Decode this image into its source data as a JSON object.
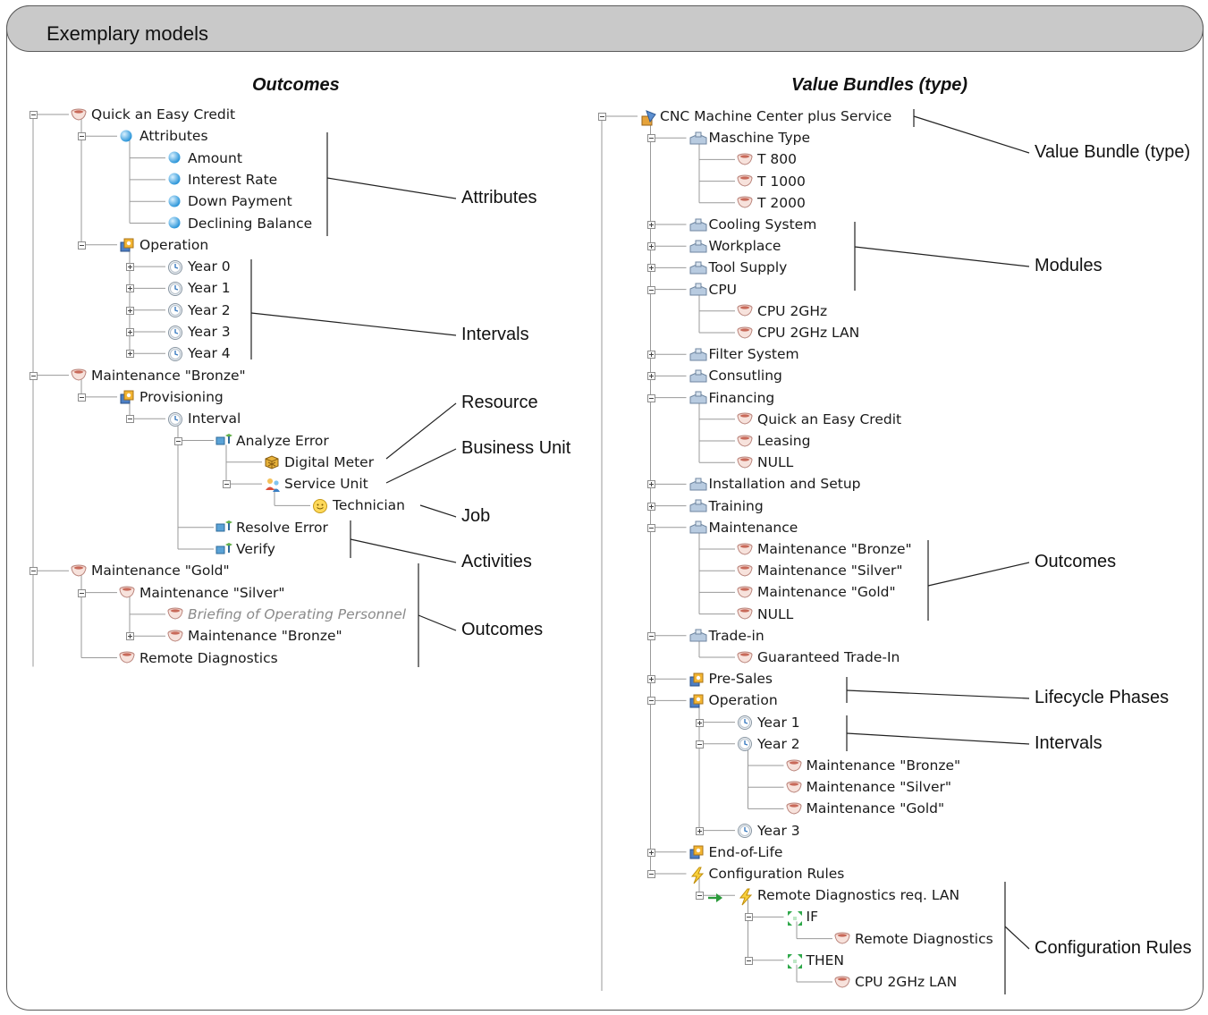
{
  "header": {
    "title": "Exemplary models"
  },
  "left_title": "Outcomes",
  "right_title": "Value Bundles (type)",
  "left_tree": [
    {
      "label": "Quick an Easy Credit",
      "level": 0,
      "icon": "cup-icon"
    },
    {
      "label": "Attributes",
      "level": 1,
      "icon": "sphere-icon"
    },
    {
      "label": "Amount",
      "level": 2,
      "icon": "sphere-icon"
    },
    {
      "label": "Interest Rate",
      "level": 2,
      "icon": "sphere-icon"
    },
    {
      "label": "Down Payment",
      "level": 2,
      "icon": "sphere-icon"
    },
    {
      "label": "Declining Balance",
      "level": 2,
      "icon": "sphere-icon"
    },
    {
      "label": "Operation",
      "level": 1,
      "icon": "phase-icon"
    },
    {
      "label": "Year 0",
      "level": 2,
      "icon": "clock-icon"
    },
    {
      "label": "Year 1",
      "level": 2,
      "icon": "clock-icon"
    },
    {
      "label": "Year 2",
      "level": 2,
      "icon": "clock-icon"
    },
    {
      "label": "Year 3",
      "level": 2,
      "icon": "clock-icon"
    },
    {
      "label": "Year 4",
      "level": 2,
      "icon": "clock-icon"
    },
    {
      "label": "Maintenance \"Bronze\"",
      "level": 0,
      "icon": "cup-icon"
    },
    {
      "label": "Provisioning",
      "level": 1,
      "icon": "phase-icon"
    },
    {
      "label": "Interval",
      "level": 2,
      "icon": "clock-icon"
    },
    {
      "label": "Analyze Error",
      "level": 3,
      "icon": "activity-icon"
    },
    {
      "label": "Digital Meter",
      "level": 4,
      "icon": "resource-icon"
    },
    {
      "label": "Service Unit",
      "level": 4,
      "icon": "business-unit-icon"
    },
    {
      "label": "Technician",
      "level": 5,
      "icon": "job-icon"
    },
    {
      "label": "Resolve Error",
      "level": 3,
      "icon": "activity-icon"
    },
    {
      "label": "Verify",
      "level": 3,
      "icon": "activity-icon"
    },
    {
      "label": "Maintenance \"Gold\"",
      "level": 0,
      "icon": "cup-icon"
    },
    {
      "label": "Maintenance \"Silver\"",
      "level": 1,
      "icon": "cup-icon"
    },
    {
      "label": "Briefing of Operating Personnel",
      "level": 2,
      "icon": "cup-icon",
      "italic": true
    },
    {
      "label": "Maintenance \"Bronze\"",
      "level": 2,
      "icon": "cup-icon"
    },
    {
      "label": "Remote Diagnostics",
      "level": 1,
      "icon": "cup-icon"
    }
  ],
  "right_tree": [
    {
      "label": "CNC Machine Center plus Service",
      "level": 0,
      "icon": "bundle-icon"
    },
    {
      "label": "Maschine Type",
      "level": 1,
      "icon": "module-icon"
    },
    {
      "label": "T 800",
      "level": 2,
      "icon": "cup-icon"
    },
    {
      "label": "T 1000",
      "level": 2,
      "icon": "cup-icon"
    },
    {
      "label": "T 2000",
      "level": 2,
      "icon": "cup-icon"
    },
    {
      "label": "Cooling System",
      "level": 1,
      "icon": "module-icon"
    },
    {
      "label": "Workplace",
      "level": 1,
      "icon": "module-icon"
    },
    {
      "label": "Tool Supply",
      "level": 1,
      "icon": "module-icon"
    },
    {
      "label": "CPU",
      "level": 1,
      "icon": "module-icon"
    },
    {
      "label": "CPU 2GHz",
      "level": 2,
      "icon": "cup-icon"
    },
    {
      "label": "CPU 2GHz LAN",
      "level": 2,
      "icon": "cup-icon"
    },
    {
      "label": "Filter System",
      "level": 1,
      "icon": "module-icon"
    },
    {
      "label": "Consutling",
      "level": 1,
      "icon": "module-icon"
    },
    {
      "label": "Financing",
      "level": 1,
      "icon": "module-icon"
    },
    {
      "label": "Quick an Easy Credit",
      "level": 2,
      "icon": "cup-icon"
    },
    {
      "label": "Leasing",
      "level": 2,
      "icon": "cup-icon"
    },
    {
      "label": "NULL",
      "level": 2,
      "icon": "cup-icon"
    },
    {
      "label": "Installation and Setup",
      "level": 1,
      "icon": "module-icon"
    },
    {
      "label": "Training",
      "level": 1,
      "icon": "module-icon"
    },
    {
      "label": "Maintenance",
      "level": 1,
      "icon": "module-icon"
    },
    {
      "label": "Maintenance \"Bronze\"",
      "level": 2,
      "icon": "cup-icon"
    },
    {
      "label": "Maintenance \"Silver\"",
      "level": 2,
      "icon": "cup-icon"
    },
    {
      "label": "Maintenance \"Gold\"",
      "level": 2,
      "icon": "cup-icon"
    },
    {
      "label": "NULL",
      "level": 2,
      "icon": "cup-icon"
    },
    {
      "label": "Trade-in",
      "level": 1,
      "icon": "module-icon"
    },
    {
      "label": "Guaranteed Trade-In",
      "level": 2,
      "icon": "cup-icon"
    },
    {
      "label": "Pre-Sales",
      "level": 1,
      "icon": "phase-icon"
    },
    {
      "label": "Operation",
      "level": 1,
      "icon": "phase-icon"
    },
    {
      "label": "Year 1",
      "level": 2,
      "icon": "clock-icon"
    },
    {
      "label": "Year 2",
      "level": 2,
      "icon": "clock-icon"
    },
    {
      "label": "Maintenance \"Bronze\"",
      "level": 3,
      "icon": "cup-icon"
    },
    {
      "label": "Maintenance \"Silver\"",
      "level": 3,
      "icon": "cup-icon"
    },
    {
      "label": "Maintenance \"Gold\"",
      "level": 3,
      "icon": "cup-icon"
    },
    {
      "label": "Year 3",
      "level": 2,
      "icon": "clock-icon"
    },
    {
      "label": "End-of-Life",
      "level": 1,
      "icon": "phase-icon"
    },
    {
      "label": "Configuration Rules",
      "level": 1,
      "icon": "lightning-icon"
    },
    {
      "label": "Remote Diagnostics req. LAN",
      "level": 2,
      "icon": "lightning-icon"
    },
    {
      "label": "IF",
      "level": 3,
      "icon": "condition-icon"
    },
    {
      "label": "Remote Diagnostics",
      "level": 4,
      "icon": "cup-icon"
    },
    {
      "label": "THEN",
      "level": 3,
      "icon": "condition-icon"
    },
    {
      "label": "CPU 2GHz LAN",
      "level": 4,
      "icon": "cup-icon"
    }
  ],
  "left_annotations": [
    {
      "label": "Attributes"
    },
    {
      "label": "Intervals"
    },
    {
      "label": "Resource"
    },
    {
      "label": "Business Unit"
    },
    {
      "label": "Job"
    },
    {
      "label": "Activities"
    },
    {
      "label": "Outcomes"
    }
  ],
  "right_annotations": [
    {
      "label": "Value Bundle (type)"
    },
    {
      "label": "Modules"
    },
    {
      "label": "Outcomes"
    },
    {
      "label": "Lifecycle Phases"
    },
    {
      "label": "Intervals"
    },
    {
      "label": "Configuration Rules"
    }
  ]
}
